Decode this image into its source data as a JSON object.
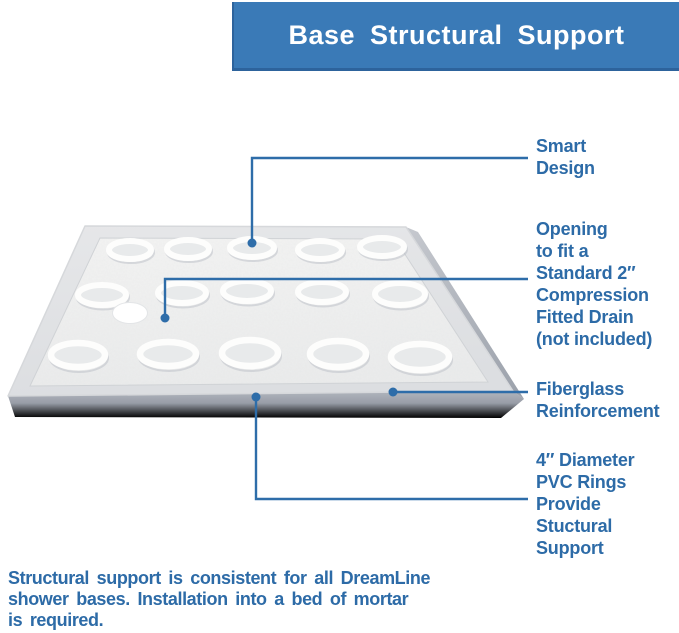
{
  "header": {
    "title": "Base Structural Support"
  },
  "callouts": [
    {
      "name": "smart-design",
      "lines": [
        "Smart",
        "Design"
      ]
    },
    {
      "name": "drain-opening",
      "lines": [
        "Opening",
        "to fit a",
        "Standard 2″",
        "Compression",
        "Fitted Drain",
        "(not included)"
      ]
    },
    {
      "name": "fiberglass",
      "lines": [
        "Fiberglass",
        "Reinforcement"
      ]
    },
    {
      "name": "pvc-rings",
      "lines": [
        "4″ Diameter",
        "PVC Rings",
        "Provide",
        "Stuctural",
        "Support"
      ]
    }
  ],
  "footer": {
    "lines": [
      "Structural support is consistent for all DreamLine",
      "shower bases. Installation into a bed of mortar",
      "is required."
    ]
  },
  "colors": {
    "banner_blue": "#3a7ab7",
    "label_blue": "#2d6ba7",
    "callout_line_blue": "#2e6da9",
    "tray_rim_gray": "#e0e1e3",
    "tray_floor_white": "#f2f2f1",
    "skirt_gray": "#8b9099"
  }
}
